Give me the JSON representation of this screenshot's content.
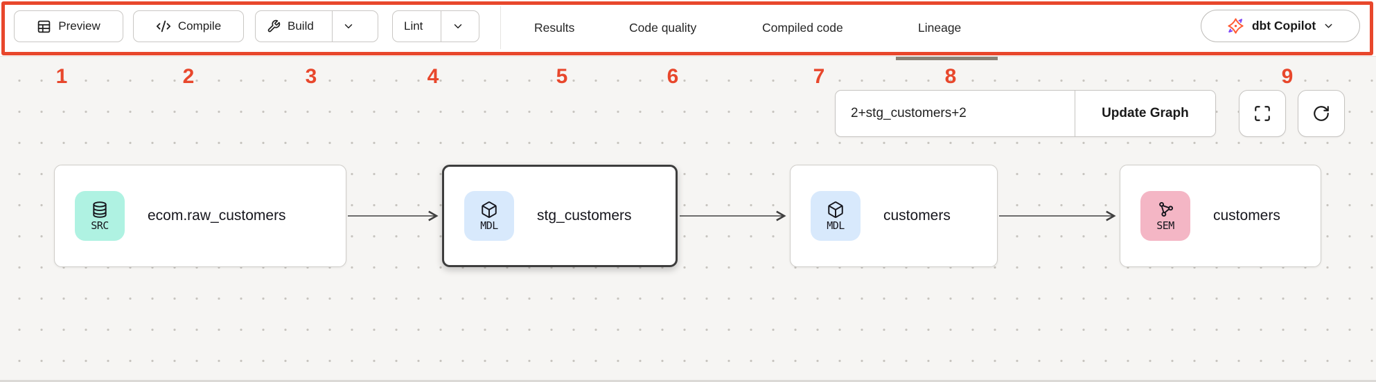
{
  "annotation": {
    "color": "#e8472c",
    "numbers": [
      "1",
      "2",
      "3",
      "4",
      "5",
      "6",
      "7",
      "8",
      "9"
    ]
  },
  "toolbar": {
    "preview_label": "Preview",
    "compile_label": "Compile",
    "build_label": "Build",
    "lint_label": "Lint",
    "tabs": {
      "results": "Results",
      "code_quality": "Code quality",
      "compiled_code": "Compiled code",
      "lineage": "Lineage"
    },
    "active_tab": "Lineage",
    "copilot_label": "dbt Copilot"
  },
  "graph_controls": {
    "selector_value": "2+stg_customers+2",
    "update_button_label": "Update Graph"
  },
  "lineage": {
    "nodes": [
      {
        "label": "ecom.raw_customers",
        "type": "SRC",
        "icon": "database-icon",
        "badge_color": "#aff2e2",
        "selected": false
      },
      {
        "label": "stg_customers",
        "type": "MDL",
        "icon": "cube-icon",
        "badge_color": "#d8e9fc",
        "selected": true
      },
      {
        "label": "customers",
        "type": "MDL",
        "icon": "cube-icon",
        "badge_color": "#d8e9fc",
        "selected": false
      },
      {
        "label": "customers",
        "type": "SEM",
        "icon": "semantic-model-icon",
        "badge_color": "#f4b6c5",
        "selected": false
      }
    ]
  },
  "colors": {
    "annotation_red": "#e8472c",
    "canvas_bg": "#f6f5f3",
    "selected_node_border": "#3d3d3d",
    "arrow": "#3f3f3f",
    "src_badge": "#aff2e2",
    "mdl_badge": "#d8e9fc",
    "sem_badge": "#f4b6c5"
  }
}
